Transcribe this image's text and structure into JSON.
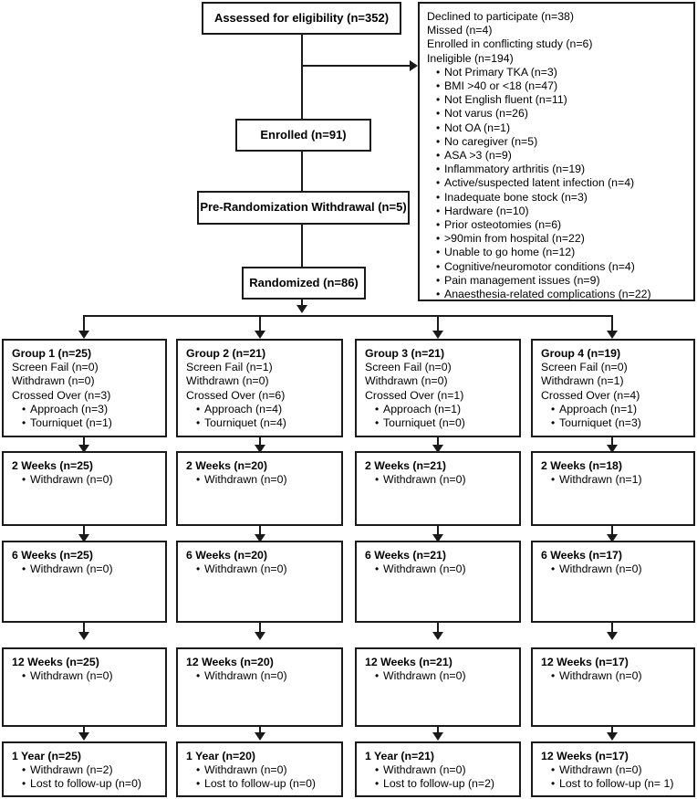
{
  "diagram": {
    "type": "consort-flow-diagram",
    "assessed": {
      "label": "Assessed for eligibility (n=352)"
    },
    "exclusions": {
      "items": [
        {
          "level": 0,
          "text": "Declined to participate (n=38)"
        },
        {
          "level": 0,
          "text": "Missed (n=4)"
        },
        {
          "level": 0,
          "text": "Enrolled in conflicting study (n=6)"
        },
        {
          "level": 0,
          "text": "Ineligible (n=194)"
        },
        {
          "level": 1,
          "text": "Not Primary TKA (n=3)"
        },
        {
          "level": 1,
          "text": "BMI >40 or <18 (n=47)"
        },
        {
          "level": 1,
          "text": "Not English fluent (n=11)"
        },
        {
          "level": 1,
          "text": "Not varus (n=26)"
        },
        {
          "level": 1,
          "text": "Not OA (n=1)"
        },
        {
          "level": 1,
          "text": "No caregiver (n=5)"
        },
        {
          "level": 1,
          "text": "ASA >3 (n=9)"
        },
        {
          "level": 1,
          "text": "Inflammatory arthritis (n=19)"
        },
        {
          "level": 1,
          "text": "Active/suspected latent infection (n=4)"
        },
        {
          "level": 1,
          "text": "Inadequate bone stock (n=3)"
        },
        {
          "level": 1,
          "text": "Hardware (n=10)"
        },
        {
          "level": 1,
          "text": "Prior osteotomies (n=6)"
        },
        {
          "level": 1,
          "text": ">90min from hospital (n=22)"
        },
        {
          "level": 1,
          "text": "Unable to go home (n=12)"
        },
        {
          "level": 1,
          "text": "Cognitive/neuromotor conditions (n=4)"
        },
        {
          "level": 1,
          "text": "Pain management issues (n=9)"
        },
        {
          "level": 1,
          "text": "Anaesthesia-related complications (n=22)"
        }
      ]
    },
    "enrolled": {
      "label": "Enrolled (n=91)"
    },
    "pre_randomization_withdrawal": {
      "label": "Pre-Randomization Withdrawal (n=5)"
    },
    "randomized": {
      "label": "Randomized (n=86)"
    },
    "groups": [
      {
        "header": "Group 1 (n=25)",
        "lines": [
          "Screen Fail (n=0)",
          "Withdrawn (n=0)",
          "Crossed Over (n=3)"
        ],
        "bullets": [
          "Approach (n=3)",
          "Tourniquet (n=1)"
        ],
        "followups": [
          {
            "header": "2 Weeks (n=25)",
            "bullets": [
              "Withdrawn (n=0)"
            ]
          },
          {
            "header": "6 Weeks (n=25)",
            "bullets": [
              "Withdrawn (n=0)"
            ]
          },
          {
            "header": "12 Weeks (n=25)",
            "bullets": [
              "Withdrawn (n=0)"
            ]
          },
          {
            "header": "1 Year (n=25)",
            "bullets": [
              "Withdrawn (n=2)",
              "Lost to follow-up (n=0)"
            ]
          }
        ]
      },
      {
        "header": "Group 2 (n=21)",
        "lines": [
          "Screen Fail (n=1)",
          "Withdrawn (n=0)",
          "Crossed Over (n=6)"
        ],
        "bullets": [
          "Approach (n=4)",
          "Tourniquet (n=4)"
        ],
        "followups": [
          {
            "header": "2 Weeks (n=20)",
            "bullets": [
              "Withdrawn (n=0)"
            ]
          },
          {
            "header": "6 Weeks (n=20)",
            "bullets": [
              "Withdrawn (n=0)"
            ]
          },
          {
            "header": "12 Weeks (n=20)",
            "bullets": [
              "Withdrawn (n=0)"
            ]
          },
          {
            "header": "1 Year (n=20)",
            "bullets": [
              "Withdrawn (n=0)",
              "Lost to follow-up (n=0)"
            ]
          }
        ]
      },
      {
        "header": "Group 3 (n=21)",
        "lines": [
          "Screen Fail (n=0)",
          "Withdrawn (n=0)",
          "Crossed Over (n=1)"
        ],
        "bullets": [
          "Approach (n=1)",
          "Tourniquet (n=0)"
        ],
        "followups": [
          {
            "header": "2 Weeks (n=21)",
            "bullets": [
              "Withdrawn (n=0)"
            ]
          },
          {
            "header": "6 Weeks (n=21)",
            "bullets": [
              "Withdrawn (n=0)"
            ]
          },
          {
            "header": "12 Weeks (n=21)",
            "bullets": [
              "Withdrawn (n=0)"
            ]
          },
          {
            "header": "1 Year (n=21)",
            "bullets": [
              "Withdrawn (n=0)",
              "Lost to follow-up (n=2)"
            ]
          }
        ]
      },
      {
        "header": "Group 4 (n=19)",
        "lines": [
          "Screen Fail (n=0)",
          "Withdrawn (n=1)",
          "Crossed Over (n=4)"
        ],
        "bullets": [
          "Approach (n=1)",
          "Tourniquet (n=3)"
        ],
        "followups": [
          {
            "header": "2 Weeks (n=18)",
            "bullets": [
              "Withdrawn (n=1)"
            ]
          },
          {
            "header": "6 Weeks (n=17)",
            "bullets": [
              "Withdrawn (n=0)"
            ]
          },
          {
            "header": "12 Weeks (n=17)",
            "bullets": [
              "Withdrawn (n=0)"
            ]
          },
          {
            "header": "12 Weeks (n=17)",
            "bullets": [
              "Withdrawn (n=0)",
              "Lost to follow-up (n= 1)"
            ]
          }
        ]
      }
    ],
    "colors": {
      "line": "#1a1a1a",
      "box_border": "#1a1a1a",
      "background": "#ffffff"
    }
  }
}
